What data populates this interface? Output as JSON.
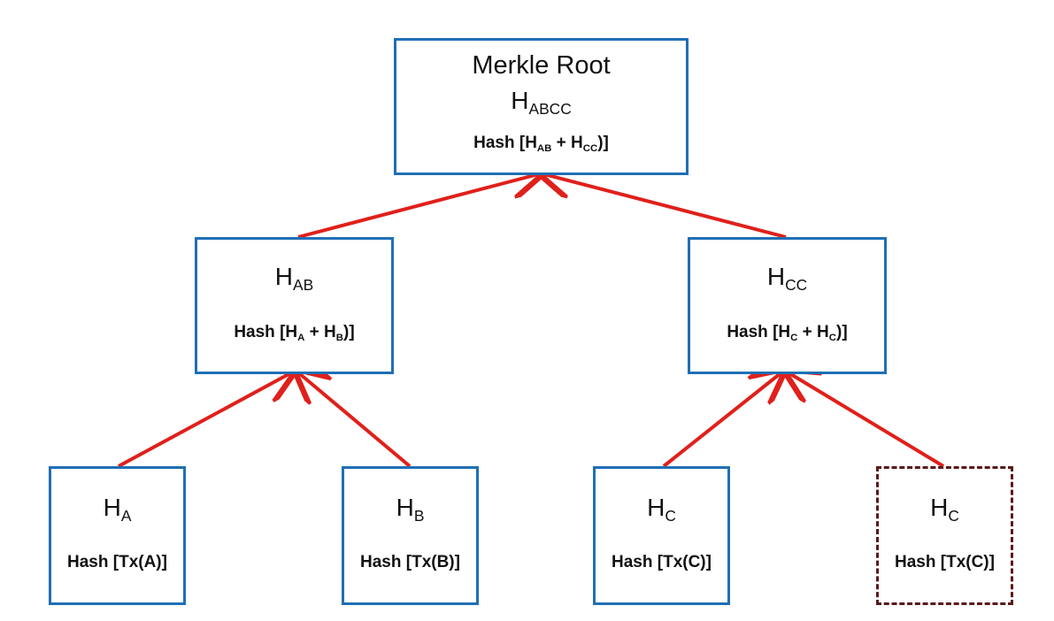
{
  "root": {
    "title": "Merkle Root",
    "hash_name": {
      "base": "H",
      "sub": "ABCC"
    },
    "formula": {
      "prefix": "Hash [",
      "t1_base": "H",
      "t1_sub": "AB",
      "op": " + ",
      "t2_base": "H",
      "t2_sub": "CC",
      "suffix": ")]"
    }
  },
  "level1": [
    {
      "hash_name": {
        "base": "H",
        "sub": "AB"
      },
      "formula": {
        "prefix": "Hash [",
        "t1_base": "H",
        "t1_sub": "A",
        "op": " + ",
        "t2_base": "H",
        "t2_sub": "B",
        "suffix": ")]"
      }
    },
    {
      "hash_name": {
        "base": "H",
        "sub": "CC"
      },
      "formula": {
        "prefix": "Hash [",
        "t1_base": "H",
        "t1_sub": "C",
        "op": " + ",
        "t2_base": "H",
        "t2_sub": "C",
        "suffix": ")]"
      }
    }
  ],
  "leaves": [
    {
      "hash_name": {
        "base": "H",
        "sub": "A"
      },
      "formula": "Hash [Tx(A)]",
      "duplicate": false
    },
    {
      "hash_name": {
        "base": "H",
        "sub": "B"
      },
      "formula": "Hash [Tx(B)]",
      "duplicate": false
    },
    {
      "hash_name": {
        "base": "H",
        "sub": "C"
      },
      "formula": "Hash [Tx(C)]",
      "duplicate": false
    },
    {
      "hash_name": {
        "base": "H",
        "sub": "C"
      },
      "formula": "Hash [Tx(C)]",
      "duplicate": true
    }
  ],
  "colors": {
    "node_border": "#1f6fb5",
    "duplicate_border": "#5a1a1a",
    "arrow": "#e0201b"
  }
}
